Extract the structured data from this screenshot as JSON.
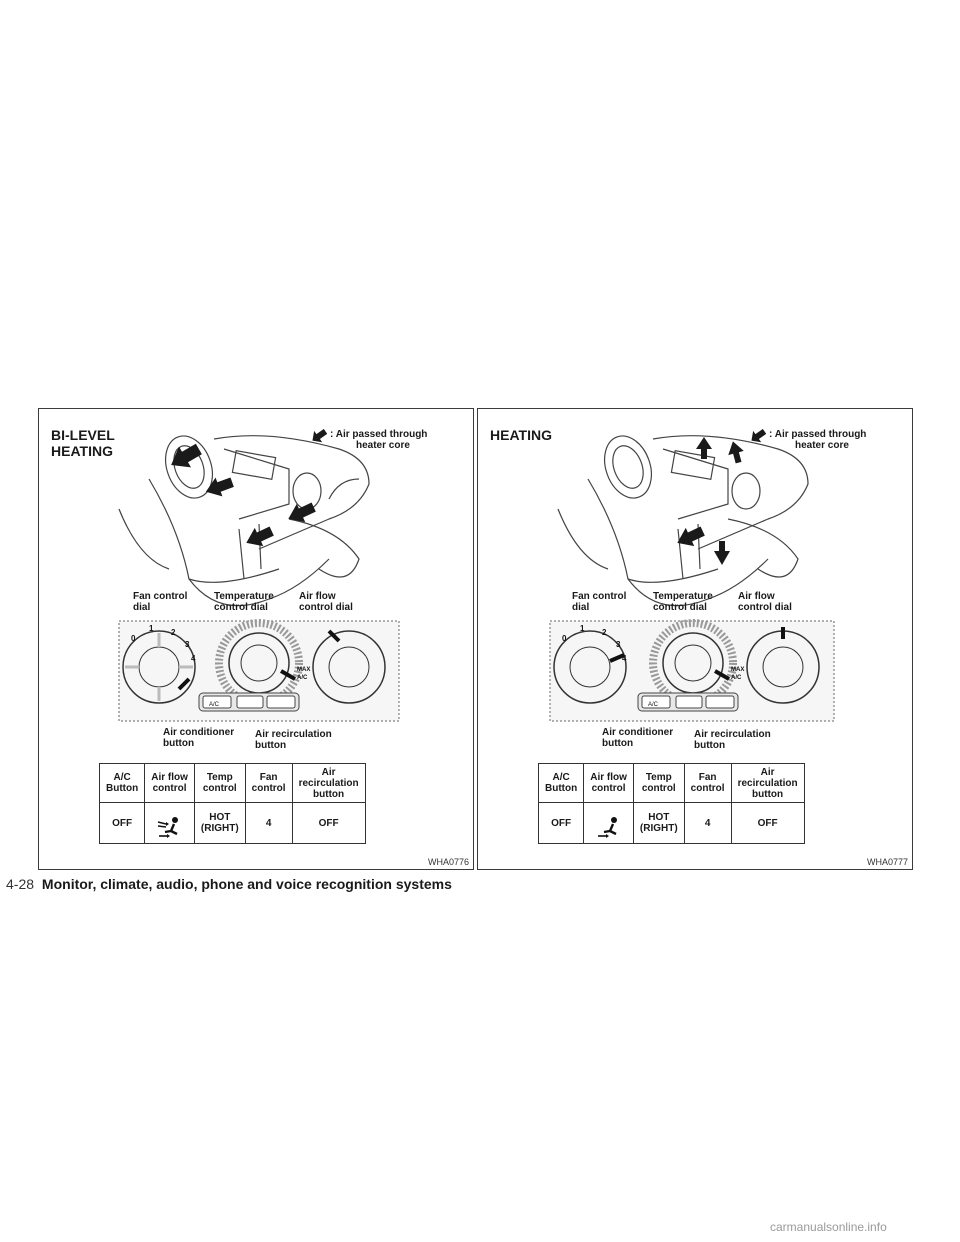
{
  "panels": [
    {
      "title": "BI-LEVEL\nHEATING",
      "legend": {
        "line1": ": Air passed through",
        "line2": "heater core"
      },
      "labels": {
        "fan_dial": "Fan control\ndial",
        "temp_dial": "Temperature\ncontrol dial",
        "airflow_dial": "Air flow\ncontrol dial",
        "ac_button": "Air conditioner\nbutton",
        "recirc_button": "Air recirculation\nbutton"
      },
      "dial_marks": {
        "fan": [
          "0",
          "1",
          "2",
          "3",
          "4"
        ],
        "mode": [
          "MAX",
          "A/C"
        ],
        "ac_btn": "A/C"
      },
      "table": {
        "headers": [
          "A/C\nButton",
          "Air flow\ncontrol",
          "Temp\ncontrol",
          "Fan\ncontrol",
          "Air\nrecirculation\nbutton"
        ],
        "row": {
          "ac": "OFF",
          "airflow_icon": "bi-level-vent-icon",
          "temp": "HOT\n(RIGHT)",
          "fan": "4",
          "recirc": "OFF"
        }
      },
      "code": "WHA0776"
    },
    {
      "title": "HEATING",
      "legend": {
        "line1": ": Air passed through",
        "line2": "heater core"
      },
      "labels": {
        "fan_dial": "Fan control\ndial",
        "temp_dial": "Temperature\ncontrol dial",
        "airflow_dial": "Air flow\ncontrol dial",
        "ac_button": "Air conditioner\nbutton",
        "recirc_button": "Air recirculation\nbutton"
      },
      "dial_marks": {
        "fan": [
          "0",
          "1",
          "2",
          "3",
          "4"
        ],
        "mode": [
          "MAX",
          "A/C"
        ],
        "ac_btn": "A/C"
      },
      "table": {
        "headers": [
          "A/C\nButton",
          "Air flow\ncontrol",
          "Temp\ncontrol",
          "Fan\ncontrol",
          "Air\nrecirculation\nbutton"
        ],
        "row": {
          "ac": "OFF",
          "airflow_icon": "foot-vent-icon",
          "temp": "HOT\n(RIGHT)",
          "fan": "4",
          "recirc": "OFF"
        }
      },
      "code": "WHA0777"
    }
  ],
  "footer": {
    "page": "4-28",
    "section": "Monitor, climate, audio, phone and voice recognition systems"
  },
  "watermark": "carmanualsonline.info"
}
